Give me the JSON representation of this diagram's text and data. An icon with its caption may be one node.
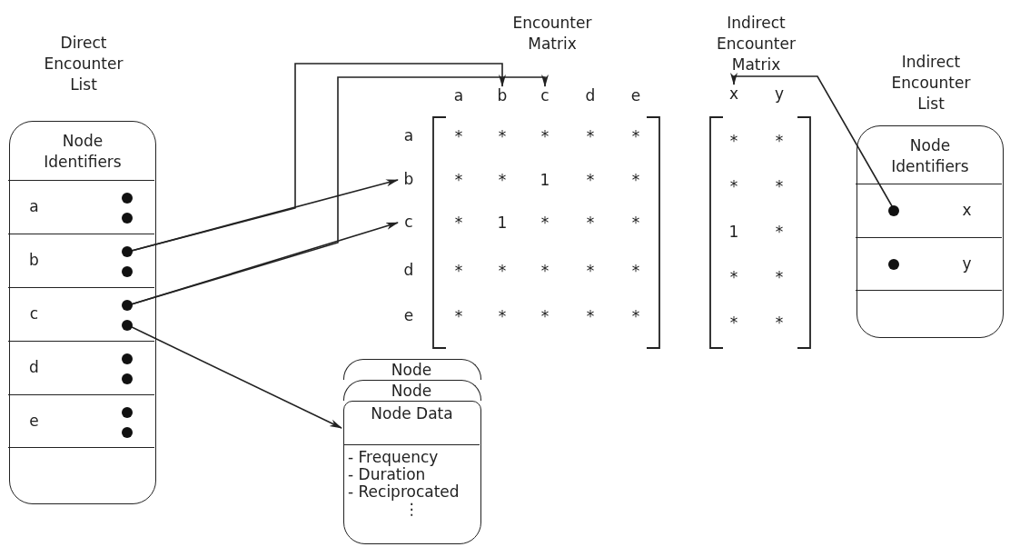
{
  "diagram": {
    "nodes": [
      {
        "text": [
          "Direct Encounter List",
          "Node Identifiers"
        ]
      },
      {
        "text": [
          "a"
        ],
        "in": 0
      },
      {
        "text": [
          "b"
        ],
        "in": 0
      },
      {
        "text": [
          "c"
        ],
        "in": 0
      },
      {
        "text": [
          "d"
        ],
        "in": 0
      },
      {
        "text": [
          "e"
        ],
        "in": 0
      },
      {
        "text": [
          "Encounter Matrix"
        ]
      },
      {
        "text": [
          "a"
        ],
        "in": 6
      },
      {
        "text": [
          "b"
        ],
        "in": 6
      },
      {
        "text": [
          "c"
        ],
        "in": 6
      },
      {
        "text": [
          "d"
        ],
        "in": 6
      },
      {
        "text": [
          "e"
        ],
        "in": 6
      },
      {
        "text": [
          "a"
        ],
        "in": 6
      },
      {
        "text": [
          "b"
        ],
        "in": 6
      },
      {
        "text": [
          "c"
        ],
        "in": 6
      },
      {
        "text": [
          "d"
        ],
        "in": 6
      },
      {
        "text": [
          "e"
        ],
        "in": 6
      },
      {
        "text": [
          "Indirect Encounter Matrix"
        ]
      },
      {
        "text": [
          "x"
        ],
        "in": 17
      },
      {
        "text": [
          "y"
        ],
        "in": 17
      },
      {
        "text": [
          "Indirect Encounter List",
          "Node Identifiers"
        ]
      },
      {
        "text": [
          "x"
        ],
        "in": 20
      },
      {
        "text": [
          "y"
        ],
        "in": 20
      },
      {
        "text": [
          "Node"
        ]
      },
      {
        "text": [
          "Node"
        ]
      },
      {
        "text": [
          "Node Data",
          "- Frequency",
          "- Duration",
          "- Reciprocated",
          "⋮"
        ]
      }
    ],
    "edges": [
      {
        "from": 2,
        "to": 13,
        "arrow": "to"
      },
      {
        "from": 2,
        "to": 8,
        "arrow": "to"
      },
      {
        "from": 3,
        "to": 14,
        "arrow": "to"
      },
      {
        "from": 3,
        "to": 9,
        "arrow": "to"
      },
      {
        "from": 3,
        "to": 25,
        "arrow": "to"
      },
      {
        "from": 21,
        "to": 18,
        "arrow": "to"
      }
    ],
    "labels": [
      "*",
      "*",
      "*",
      "*",
      "*",
      "*",
      "*",
      "1",
      "*",
      "*",
      "*",
      "1",
      "*",
      "*",
      "*",
      "*",
      "*",
      "*",
      "*",
      "*",
      "*",
      "*",
      "*",
      "*",
      "*",
      "*",
      "*",
      "*",
      "*",
      "1",
      "*",
      "*",
      "*",
      "*",
      "*"
    ]
  }
}
